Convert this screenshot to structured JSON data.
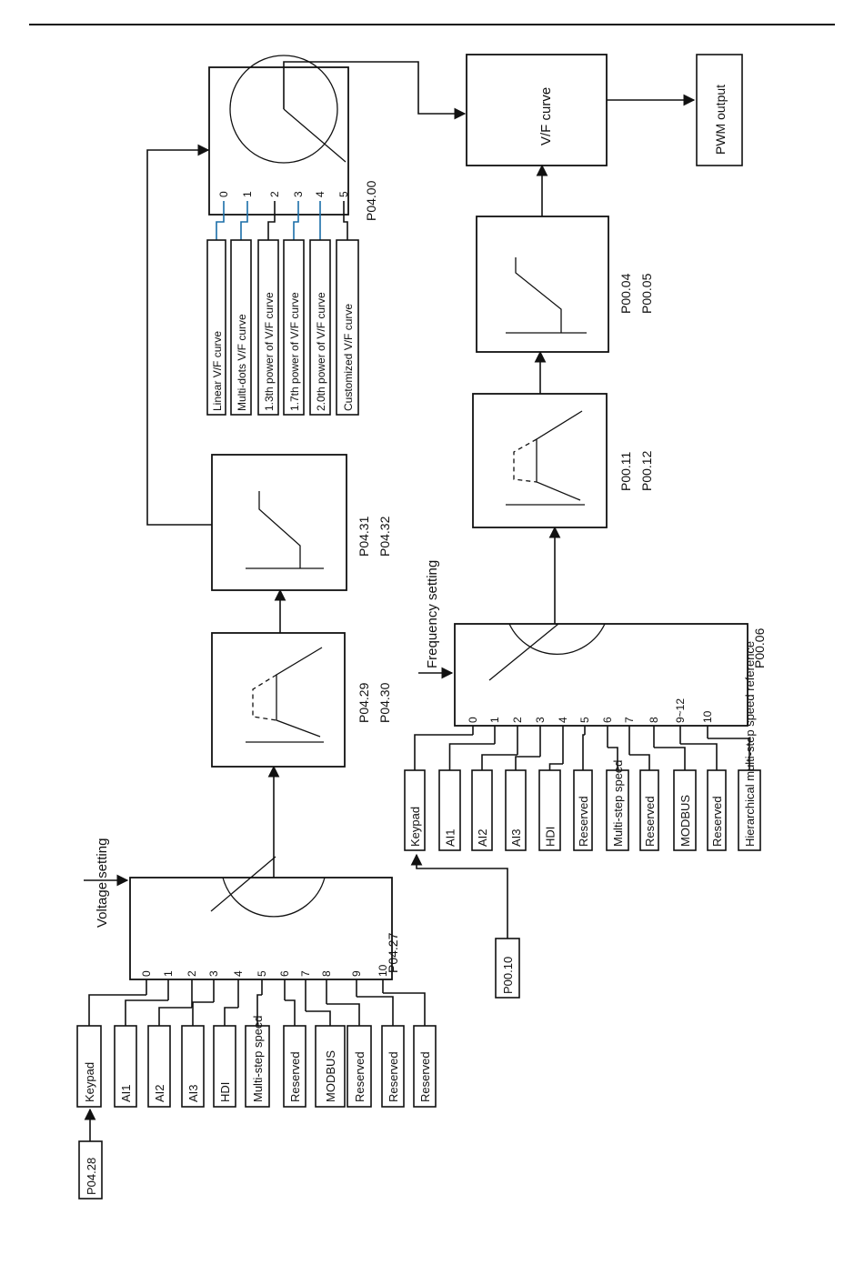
{
  "voltage": {
    "setting_label": "Voltage setting",
    "selector_param": "P04.27",
    "source_param": "P04.28",
    "numbers": [
      "0",
      "1",
      "2",
      "3",
      "4",
      "5",
      "6",
      "7",
      "8",
      "9",
      "10"
    ],
    "sources": [
      "Keypad",
      "AI1",
      "AI2",
      "AI3",
      "HDI",
      "Multi-step speed",
      "Reserved",
      "MODBUS",
      "Reserved",
      "Reserved",
      "Reserved"
    ],
    "block1_params": [
      "P04.29",
      "P04.30"
    ],
    "block2_params": [
      "P04.31",
      "P04.32"
    ]
  },
  "vf": {
    "selector_param": "P04.00",
    "numbers": [
      "0",
      "1",
      "2",
      "3",
      "4",
      "5"
    ],
    "curves": [
      "Linear V/F curve",
      "Multi-dots V/F curve",
      "1.3th power of V/F curve",
      "1.7th power of V/F curve",
      "2.0th power of V/F curve",
      "Customized V/F curve"
    ],
    "curve_label": "V/F curve",
    "pwm_label": "PWM output"
  },
  "frequency": {
    "setting_label": "Frequency setting",
    "selector_param": "P00.06",
    "source_param": "P00.10",
    "numbers": [
      "0",
      "1",
      "2",
      "3",
      "4",
      "5",
      "6",
      "7",
      "8",
      "9~12",
      "10"
    ],
    "sources": [
      "Keypad",
      "AI1",
      "AI2",
      "AI3",
      "HDI",
      "Reserved",
      "Multi-step speed",
      "Reserved",
      "MODBUS",
      "Reserved",
      "Hierarchical multi-step speed reference"
    ],
    "block1_params": [
      "P00.11",
      "P00.12"
    ],
    "block2_params": [
      "P00.04",
      "P00.05"
    ]
  }
}
